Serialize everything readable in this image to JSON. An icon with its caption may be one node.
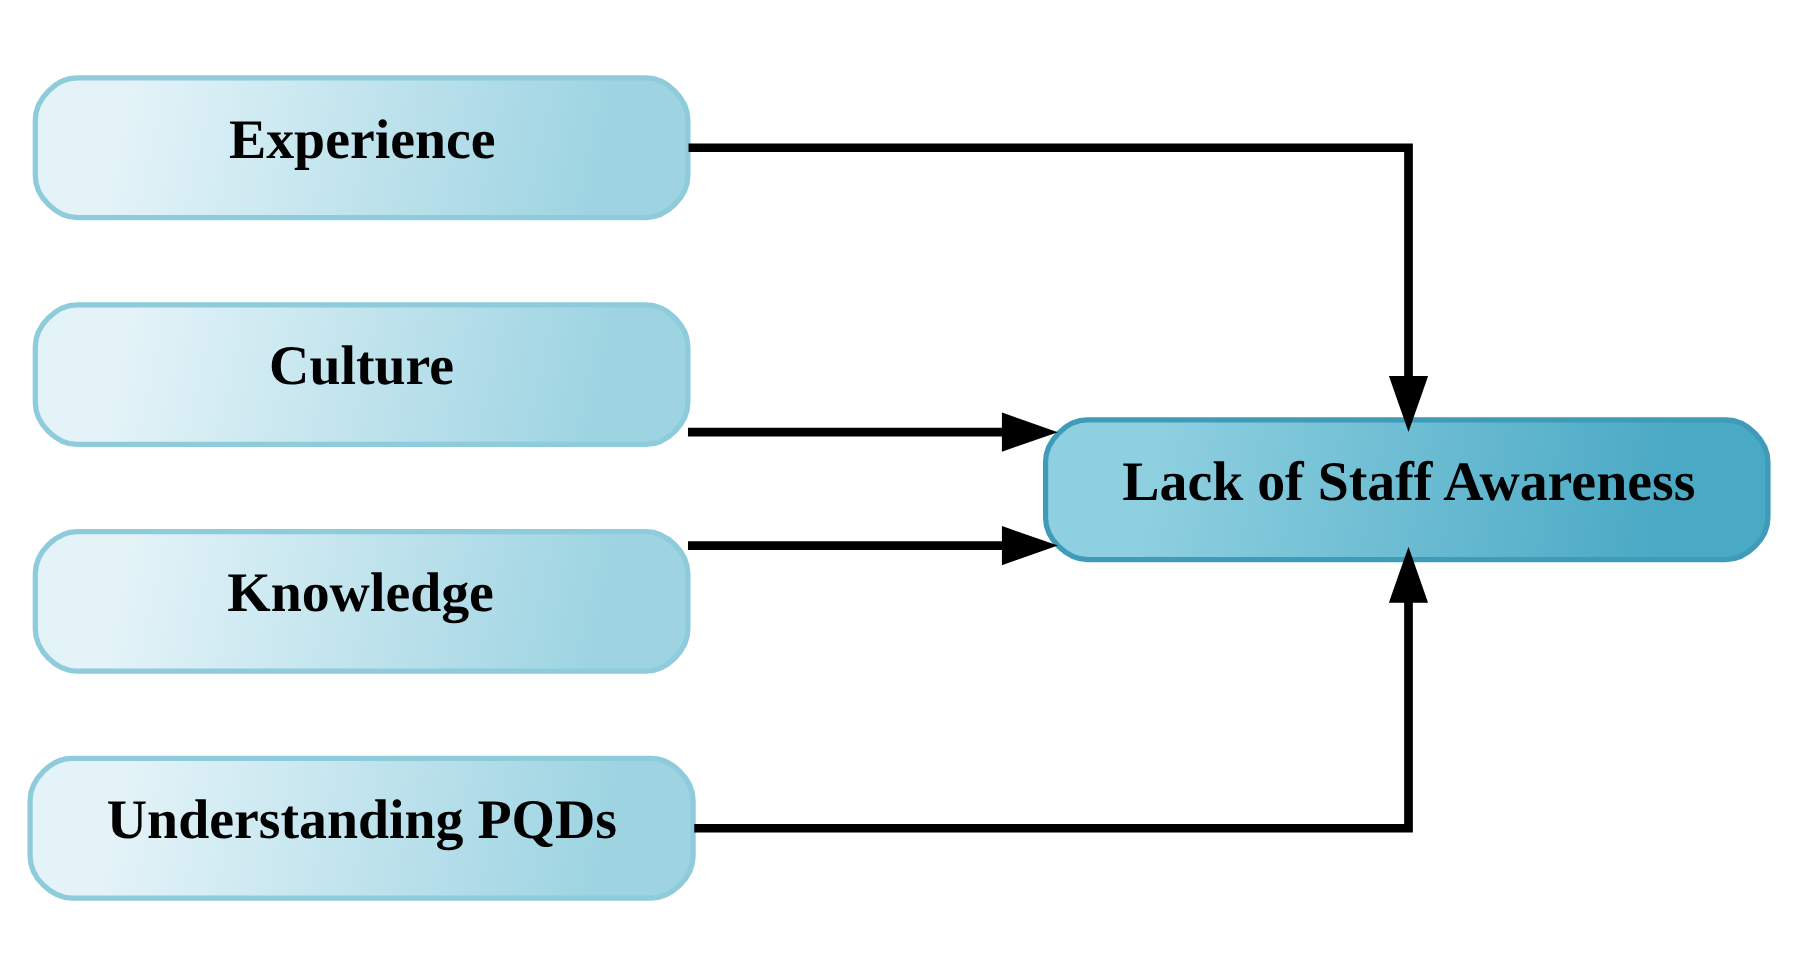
{
  "diagram": {
    "nodes": [
      {
        "text": [
          "Experience"
        ]
      },
      {
        "text": [
          "Culture"
        ]
      },
      {
        "text": [
          "Knowledge"
        ]
      },
      {
        "text": [
          "Understanding PQDs"
        ]
      },
      {
        "text": [
          "Lack of Staff Awareness"
        ]
      }
    ],
    "edges": [
      {
        "from": 0,
        "to": 4,
        "arrow": "to"
      },
      {
        "from": 1,
        "to": 4,
        "arrow": "to"
      },
      {
        "from": 2,
        "to": 4,
        "arrow": "to"
      },
      {
        "from": 3,
        "to": 4,
        "arrow": "to"
      }
    ]
  }
}
